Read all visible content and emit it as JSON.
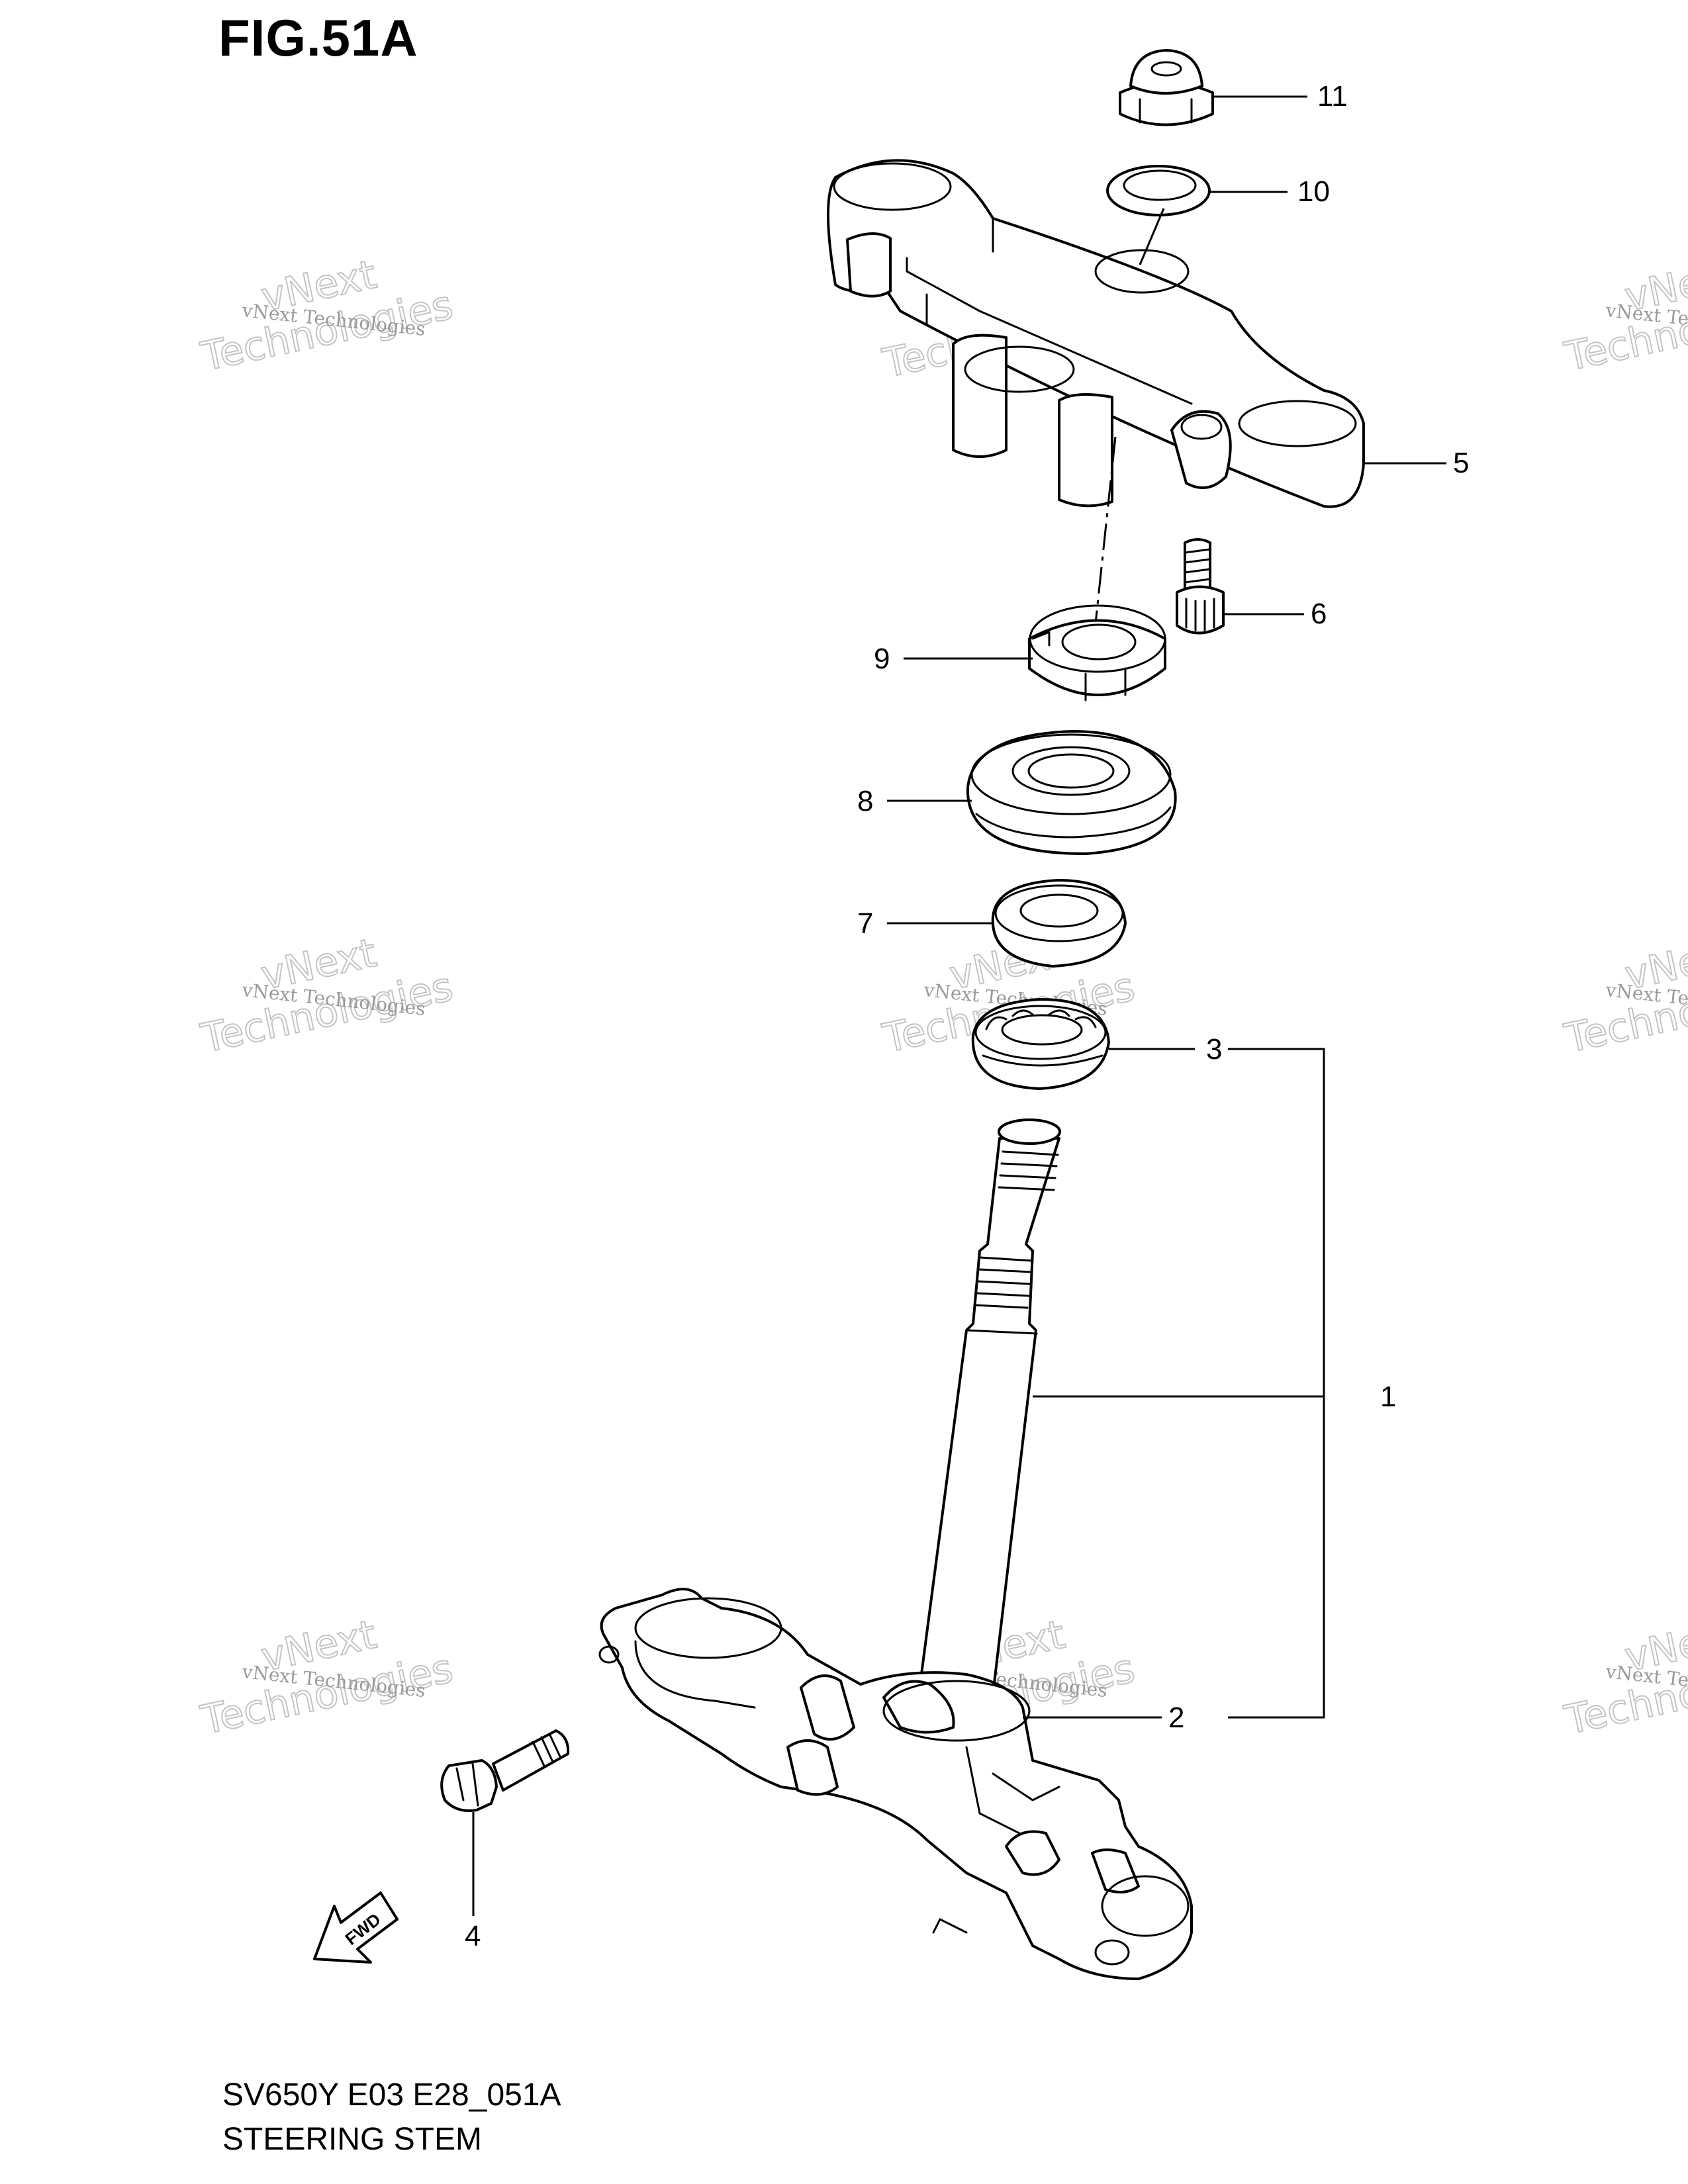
{
  "figure": {
    "title": "FIG.51A",
    "model_code": "SV650Y E03 E28_051A",
    "name": "STEERING STEM"
  },
  "direction_marker": {
    "label": "FWD"
  },
  "watermark": {
    "line1": "vNext Technologies",
    "line2": "vNext",
    "line3": "Technologies"
  },
  "callouts": [
    {
      "id": "1",
      "label": "1"
    },
    {
      "id": "2",
      "label": "2"
    },
    {
      "id": "3",
      "label": "3"
    },
    {
      "id": "4",
      "label": "4"
    },
    {
      "id": "5",
      "label": "5"
    },
    {
      "id": "6",
      "label": "6"
    },
    {
      "id": "7",
      "label": "7"
    },
    {
      "id": "8",
      "label": "8"
    },
    {
      "id": "9",
      "label": "9"
    },
    {
      "id": "10",
      "label": "10"
    },
    {
      "id": "11",
      "label": "11"
    }
  ],
  "colors": {
    "line": "#000000",
    "background": "#ffffff",
    "watermark": "#9a9a9a"
  }
}
